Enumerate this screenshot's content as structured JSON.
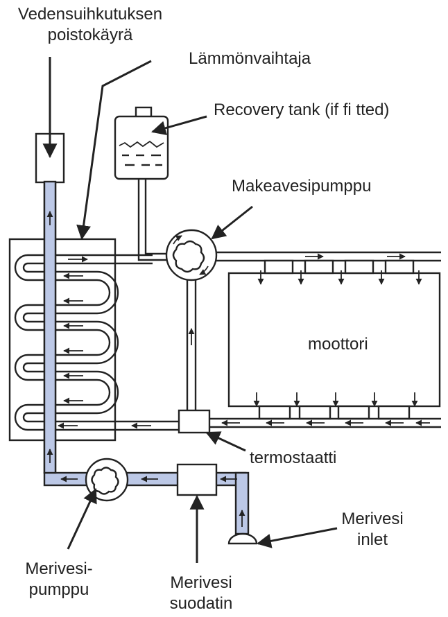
{
  "labels": {
    "discharge_line1": "Vedensuihkutuksen",
    "discharge_line2": "poistokäyrä",
    "heat_exchanger": "Lämmönvaihtaja",
    "recovery_tank": "Recovery tank (if fi tted)",
    "fresh_water_pump": "Makeavesipumppu",
    "engine": "moottori",
    "thermostat": "termostaatti",
    "sea_inlet_line1": "Merivesi",
    "sea_inlet_line2": "inlet",
    "sea_pump_line1": "Merivesi-",
    "sea_pump_line2": "pumppu",
    "sea_filter_line1": "Merivesi",
    "sea_filter_line2": "suodatin"
  },
  "colors": {
    "sea_water": "#bcc8e6",
    "line": "#222222",
    "text": "#222222"
  }
}
